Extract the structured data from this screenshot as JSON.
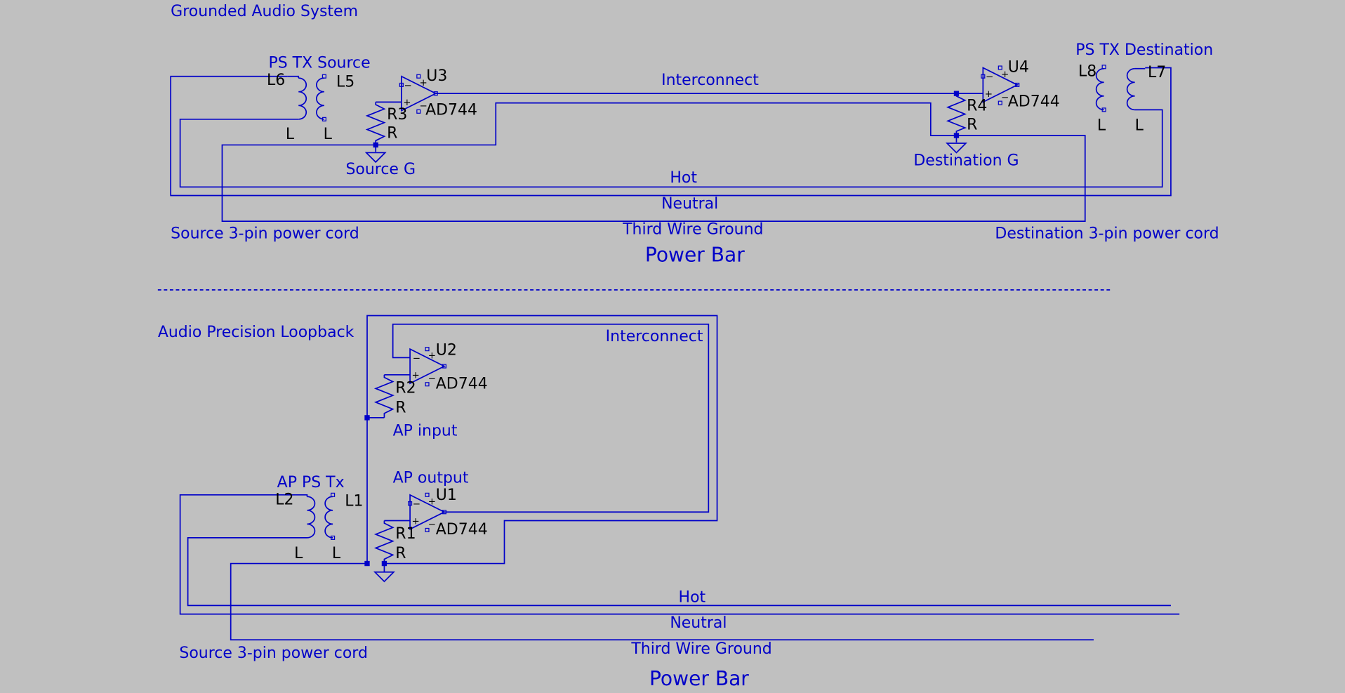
{
  "diagram": {
    "top": {
      "title": "Grounded Audio System",
      "ps_tx_source": "PS TX Source",
      "ps_tx_destination": "PS TX Destination",
      "interconnect": "Interconnect",
      "source_g": "Source G",
      "destination_g": "Destination G",
      "hot": "Hot",
      "neutral": "Neutral",
      "third_wire": "Third Wire Ground",
      "source_cord": "Source 3-pin power cord",
      "destination_cord": "Destination 3-pin power cord",
      "power_bar": "Power Bar",
      "components": {
        "L6": "L6",
        "L6_val": "L",
        "L5": "L5",
        "L5_val": "L",
        "L8": "L8",
        "L8_val": "L",
        "L7": "L7",
        "L7_val": "L",
        "U3": "U3",
        "U3_val": "AD744",
        "U4": "U4",
        "U4_val": "AD744",
        "R3": "R3",
        "R3_val": "R",
        "R4": "R4",
        "R4_val": "R"
      }
    },
    "bottom": {
      "title": "Audio Precision Loopback",
      "interconnect": "Interconnect",
      "ap_input": "AP input",
      "ap_output": "AP output",
      "ap_ps_tx": "AP PS Tx",
      "hot": "Hot",
      "neutral": "Neutral",
      "third_wire": "Third Wire Ground",
      "source_cord": "Source 3-pin power cord",
      "power_bar": "Power Bar",
      "components": {
        "U2": "U2",
        "U2_val": "AD744",
        "U1": "U1",
        "U1_val": "AD744",
        "R2": "R2",
        "R2_val": "R",
        "R1": "R1",
        "R1_val": "R",
        "L2": "L2",
        "L2_val": "L",
        "L1": "L1",
        "L1_val": "L"
      }
    },
    "colors": {
      "wire": "#0000c8",
      "background": "#c0c0c0",
      "refdes": "#000000"
    }
  }
}
